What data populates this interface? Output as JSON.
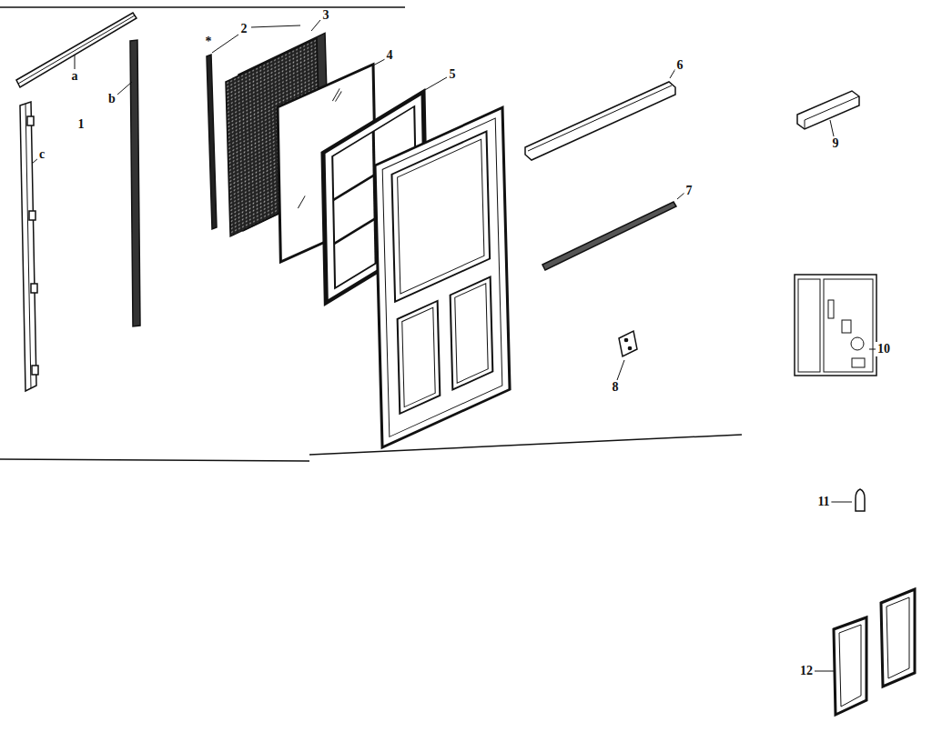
{
  "diagram": {
    "labels": [
      "a",
      "b",
      "c",
      "1",
      "2",
      "3",
      "4",
      "5",
      "6",
      "7",
      "8",
      "9",
      "10",
      "11",
      "12",
      "*"
    ]
  }
}
